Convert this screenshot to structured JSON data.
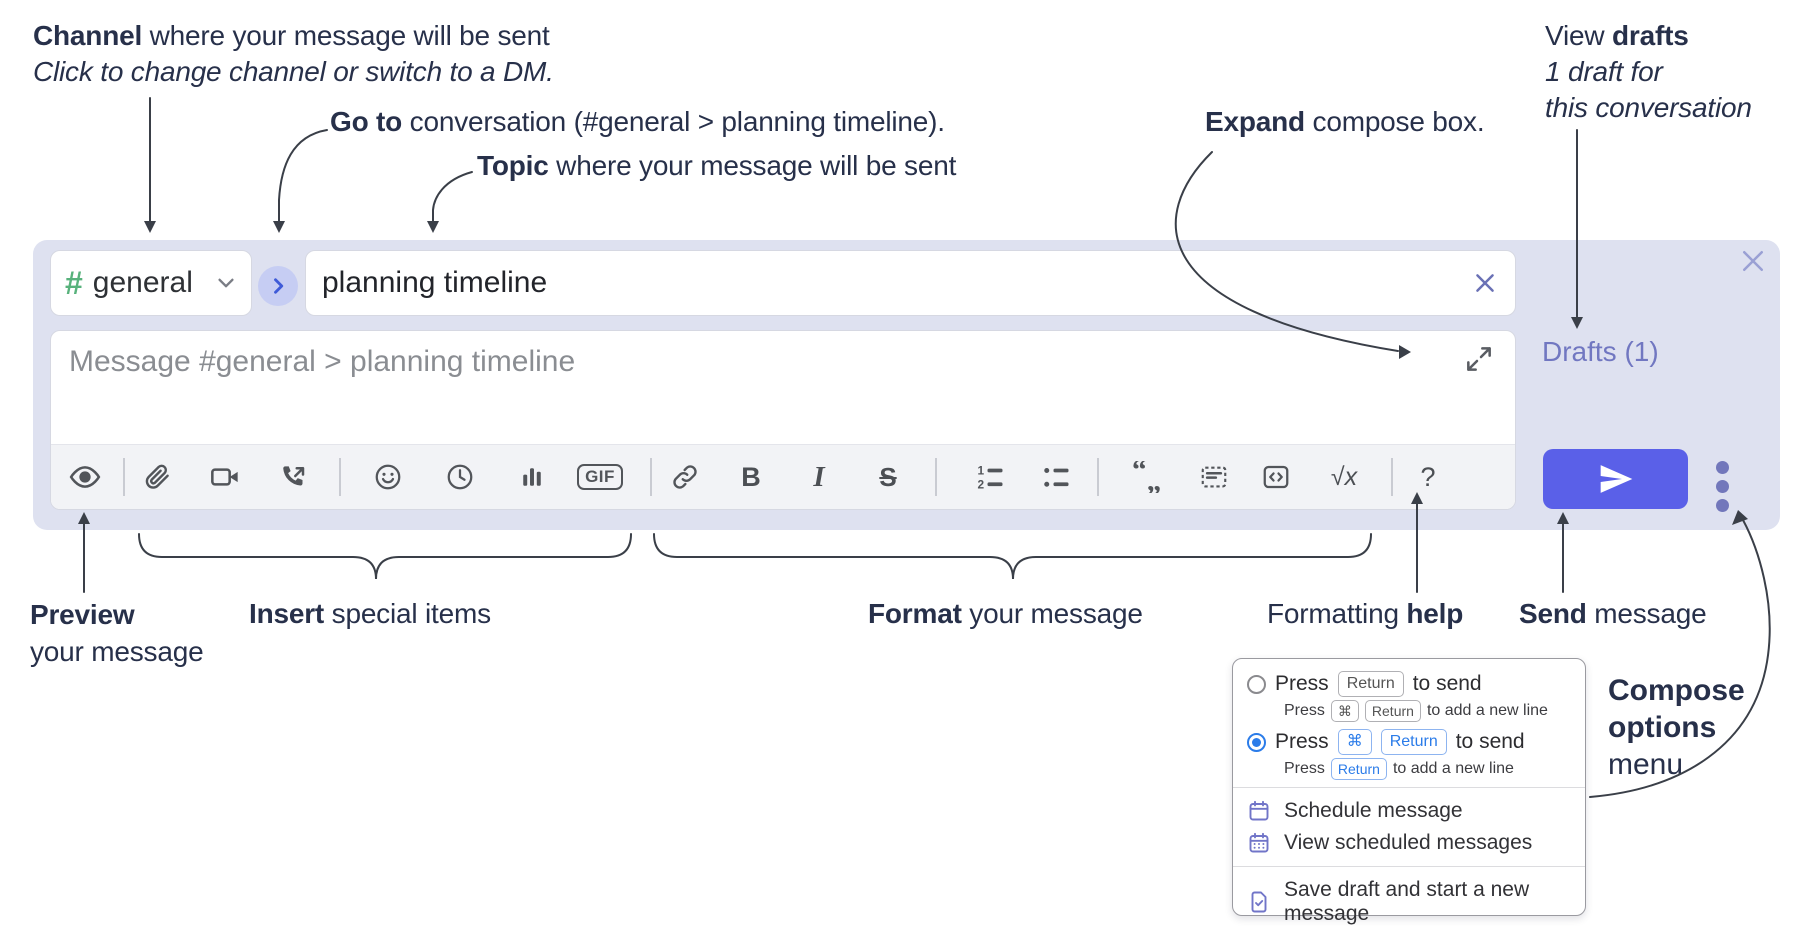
{
  "annotations": {
    "channel": {
      "lead": "Channel",
      "rest": " where your message will be sent",
      "sub": "Click to change channel or switch to a DM."
    },
    "goto": {
      "lead": "Go to",
      "rest": " conversation (#general > planning timeline)."
    },
    "topic": {
      "lead": "Topic",
      "rest": " where your message will be sent"
    },
    "expand": {
      "lead": "Expand",
      "rest": " compose box."
    },
    "view_drafts": {
      "pre": "View ",
      "lead": "drafts",
      "line2": "1 draft for",
      "line3": "this conversation"
    },
    "preview": {
      "lead": "Preview",
      "line2": "your message"
    },
    "insert": {
      "lead": "Insert",
      "rest": " special items"
    },
    "format": {
      "lead": "Format",
      "rest": " your message"
    },
    "formatting_help": {
      "pre": "Formatting ",
      "lead": "help"
    },
    "send": {
      "lead": "Send",
      "rest": " message"
    },
    "compose_options": {
      "line1": "Compose",
      "line2": "options",
      "line3": "menu"
    }
  },
  "compose": {
    "channel": {
      "hash": "#",
      "name": "general"
    },
    "topic_input": {
      "value": "planning timeline"
    },
    "message_input": {
      "placeholder": "Message #general > planning timeline"
    },
    "drafts_link": "Drafts (1)",
    "toolbar_glyphs": {
      "bold": "B",
      "italic": "I",
      "strike": "S",
      "gif": "GIF",
      "math": "√x",
      "help": "?"
    }
  },
  "menu": {
    "options": [
      {
        "selected": false,
        "main": {
          "pre": "Press",
          "keys": [
            "Return"
          ],
          "post": "to send"
        },
        "sub": {
          "pre": "Press",
          "keys": [
            "⌘",
            "Return"
          ],
          "post": "to add a new line"
        }
      },
      {
        "selected": true,
        "main": {
          "pre": "Press",
          "keys": [
            "⌘",
            "Return"
          ],
          "post": "to send"
        },
        "sub": {
          "pre": "Press",
          "keys": [
            "Return"
          ],
          "post": "to add a new line"
        }
      }
    ],
    "items": [
      {
        "label": "Schedule message"
      },
      {
        "label": "View scheduled messages"
      },
      {
        "label": "Save draft and start a new message"
      }
    ]
  },
  "colors": {
    "panel_bg": "#dee1f0",
    "accent_send": "#5a60e8",
    "hash_green": "#58b27c",
    "link_purple": "#7177c1",
    "key_blue": "#2b7ce9",
    "menu_icon_purple": "#7175c8"
  }
}
